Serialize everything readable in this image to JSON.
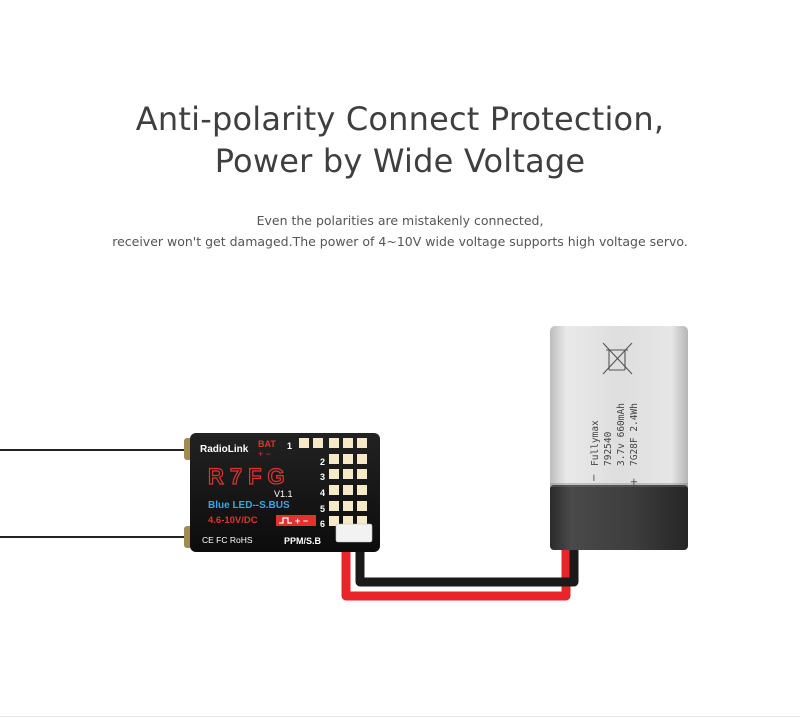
{
  "headline": {
    "line1": "Anti-polarity Connect Protection,",
    "line2": "Power by Wide Voltage"
  },
  "description": {
    "line1": "Even the polarities are mistakenly connected,",
    "line2": "receiver won't get damaged.The power of 4~10V wide voltage supports high voltage servo."
  },
  "receiver": {
    "brand": "RadioLink",
    "model": "R7FG",
    "version": "V1.1",
    "led_note": "Blue LED--S.BUS",
    "voltage": "4.6-10V/DC",
    "bat_label": "BAT",
    "bat_polarity": "+ −",
    "port_labels": [
      "1",
      "2",
      "3",
      "4",
      "5",
      "6"
    ],
    "ppm_label": "PPM/S.B",
    "cert_marks": "CE FC RoHS"
  },
  "battery": {
    "brand": "Fullymax",
    "code": "792540",
    "spec": "3.7v  660mAh",
    "model": "7G28F  2.4Wh",
    "minus": "−",
    "plus": "+"
  },
  "colors": {
    "wire_red": "#e8262a",
    "wire_black": "#1a1a1a",
    "receiver_body": "#151515",
    "model_text": "#e0332d",
    "led_text": "#3aa8e0",
    "voltage_text": "#e0332d",
    "battery_shell": "#d8d8d8",
    "battery_dark": "#3c3c3c"
  }
}
